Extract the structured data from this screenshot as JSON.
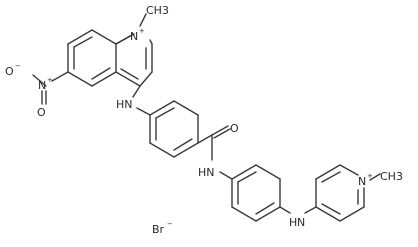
{
  "molecule": {
    "atoms": {
      "quinolinium_n": "N",
      "quinolinium_n_charge": "+",
      "quinolinium_methyl": "CH3",
      "nitro_n": "N",
      "nitro_n_charge": "+",
      "nitro_o_single": "O",
      "nitro_o_single_charge": "−",
      "nitro_o_double": "O",
      "amine_1": "HN",
      "carbonyl_o": "O",
      "amide_n": "HN",
      "amine_2": "H",
      "amine_2_n": "N",
      "pyridinium_n": "N",
      "pyridinium_n_charge": "+",
      "pyridinium_methyl": "CH3"
    },
    "counterion": {
      "symbol": "Br",
      "charge": "−"
    }
  }
}
